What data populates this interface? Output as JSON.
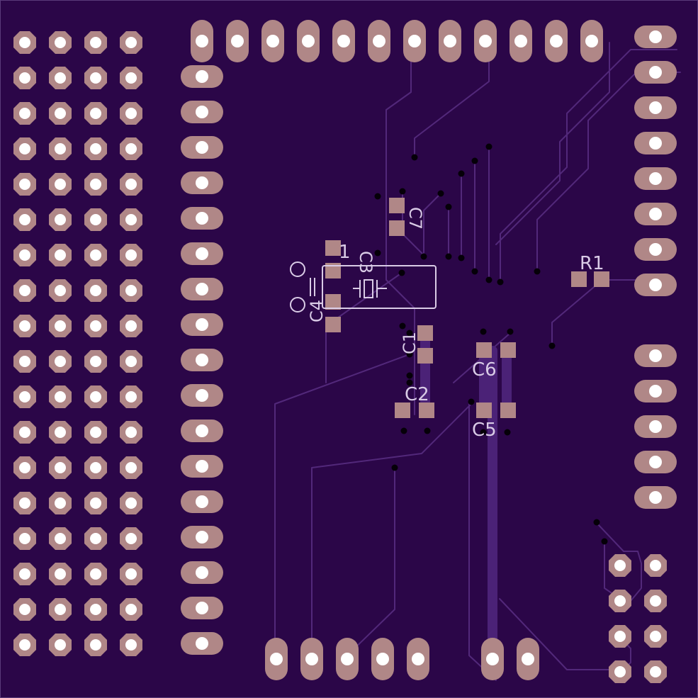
{
  "colors": {
    "board": "#2b0648",
    "board_edge": "#5a3a7a",
    "trace": "#52287a",
    "power_trace": "#4b2277",
    "pad": "#b08787",
    "hole": "#ffffff",
    "via": "#050008",
    "silkscreen": "#d9cbe6"
  },
  "labels": {
    "c1": "C1",
    "c2": "C2",
    "c3": "C3",
    "c4": "C4",
    "c5": "C5",
    "c6": "C6",
    "c7": "C7",
    "r1": "R1",
    "u1": "1"
  },
  "icons": {
    "crystal": "crystal-oscillator-icon"
  }
}
